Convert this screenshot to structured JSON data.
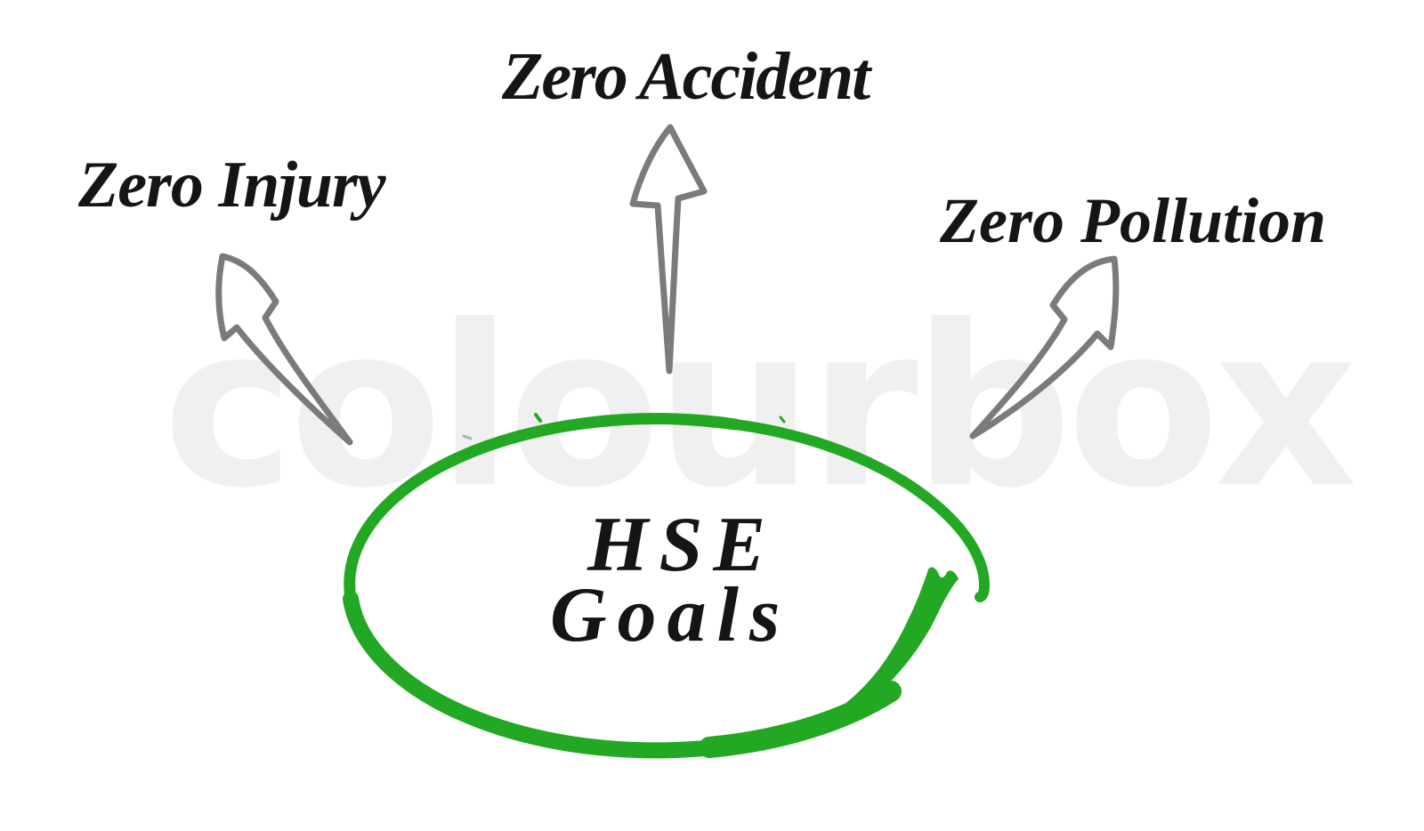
{
  "diagram": {
    "center": {
      "line1": "HSE",
      "line2": "Goals"
    },
    "goals": [
      {
        "label": "Zero Injury"
      },
      {
        "label": "Zero Accident"
      },
      {
        "label": "Zero Pollution"
      }
    ]
  },
  "watermark": {
    "text": "colourbox"
  },
  "colors": {
    "circle_green": "#22a822",
    "arrow_gray": "#7b7b7b",
    "watermark_gray": "#f0f0f0",
    "text_black": "#151515",
    "background": "#ffffff"
  }
}
